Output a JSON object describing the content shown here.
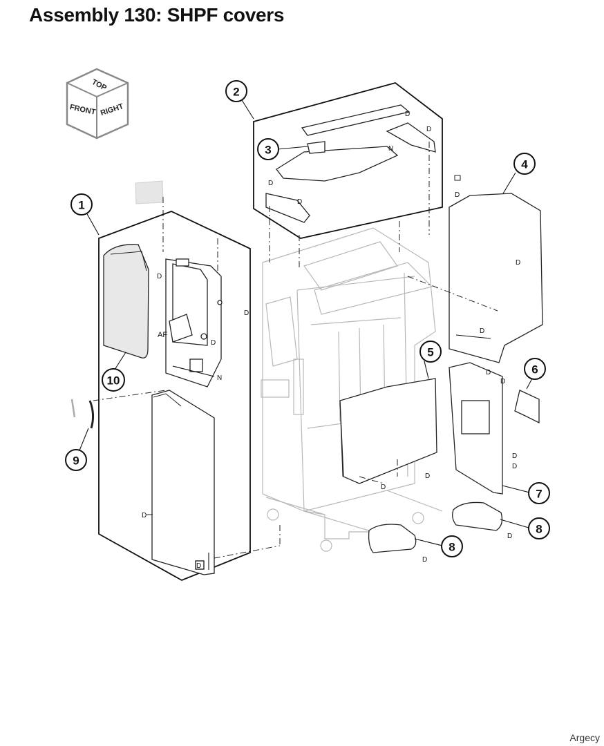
{
  "title": "Assembly 130: SHPF covers",
  "footer": "Argecy",
  "cube": {
    "top": "TOP",
    "front": "FRONT",
    "right": "RIGHT"
  },
  "callouts": [
    "1",
    "2",
    "3",
    "4",
    "5",
    "6",
    "7",
    "8",
    "8",
    "9",
    "10"
  ],
  "labels": {
    "d": "D",
    "n": "N",
    "af": "AF"
  }
}
